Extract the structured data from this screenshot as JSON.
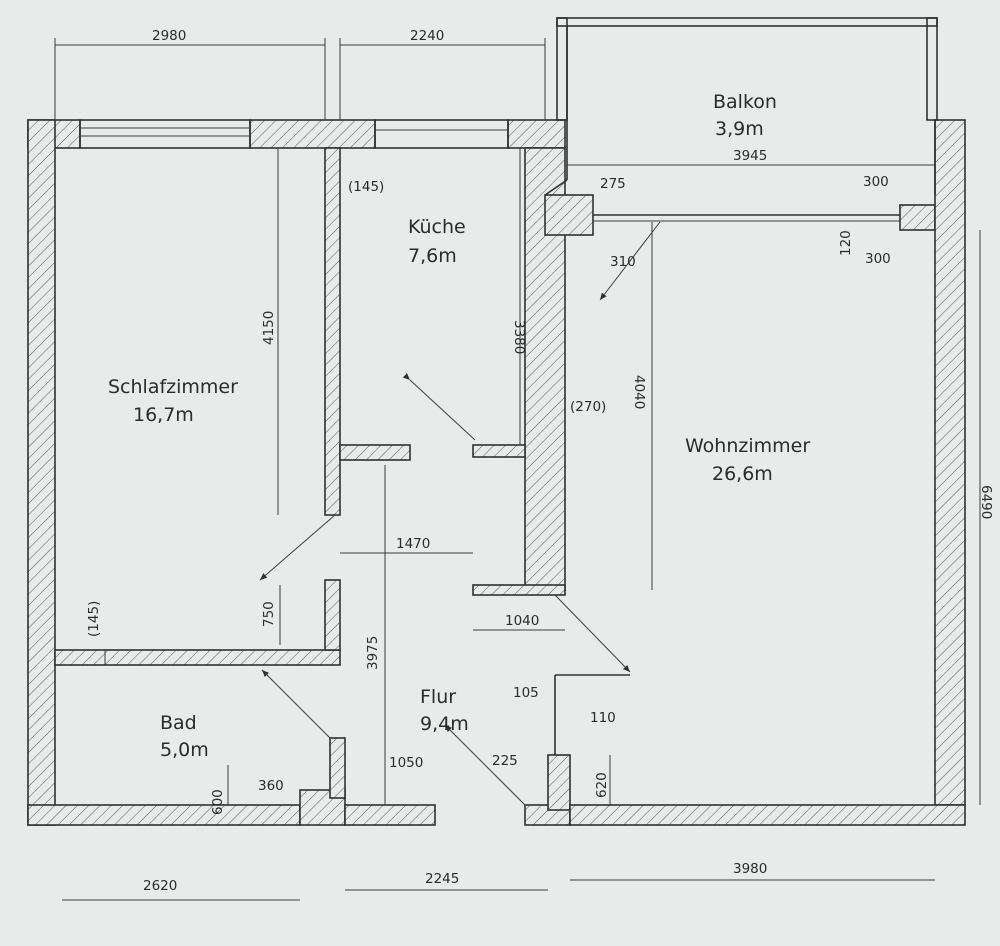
{
  "rooms": {
    "balkon": {
      "name": "Balkon",
      "area": "3,9m"
    },
    "kueche": {
      "name": "Küche",
      "area": "7,6m"
    },
    "schlafzimmer": {
      "name": "Schlafzimmer",
      "area": "16,7m"
    },
    "wohnzimmer": {
      "name": "Wohnzimmer",
      "area": "26,6m"
    },
    "bad": {
      "name": "Bad",
      "area": "5,0m"
    },
    "flur": {
      "name": "Flur",
      "area": "9,4m"
    }
  },
  "dimensions": {
    "top_left": "2980",
    "top_mid": "2240",
    "balkon_width": "3945",
    "d145_top": "(145)",
    "d275": "275",
    "d300_top": "300",
    "d120": "120",
    "d300_bottom": "300",
    "d310": "310",
    "d3380": "3380",
    "d4150": "4150",
    "d270": "(270)",
    "d4040": "4040",
    "d6490": "6490",
    "d1470": "1470",
    "d1040": "1040",
    "d145_left": "(145)",
    "d750": "750",
    "d3975": "3975",
    "d105": "105",
    "d110": "110",
    "d1050": "1050",
    "d225": "225",
    "d360": "360",
    "d600": "600",
    "d620": "620",
    "bottom_left": "2620",
    "bottom_mid": "2245",
    "bottom_right": "3980"
  }
}
